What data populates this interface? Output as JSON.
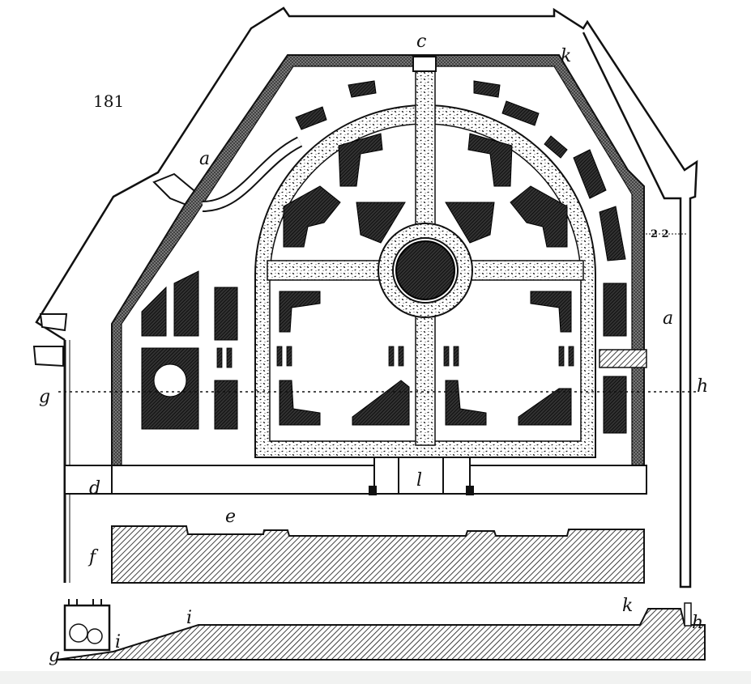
{
  "figure": {
    "number": "181"
  },
  "labels": {
    "a_upper": "a",
    "a_right": "a",
    "c_top": "c",
    "k_top": "k",
    "g_left": "g",
    "h_right": "h",
    "d": "d",
    "l": "l",
    "e": "e",
    "f": "f",
    "dimension": "2 2",
    "section_g": "g",
    "section_i_left": "i",
    "section_i": "i",
    "section_k": "k",
    "section_h": "h"
  },
  "colors": {
    "ink": "#111111",
    "paper": "#ffffff",
    "path_fill": "#ffffff",
    "bed_fill": "#222222"
  }
}
